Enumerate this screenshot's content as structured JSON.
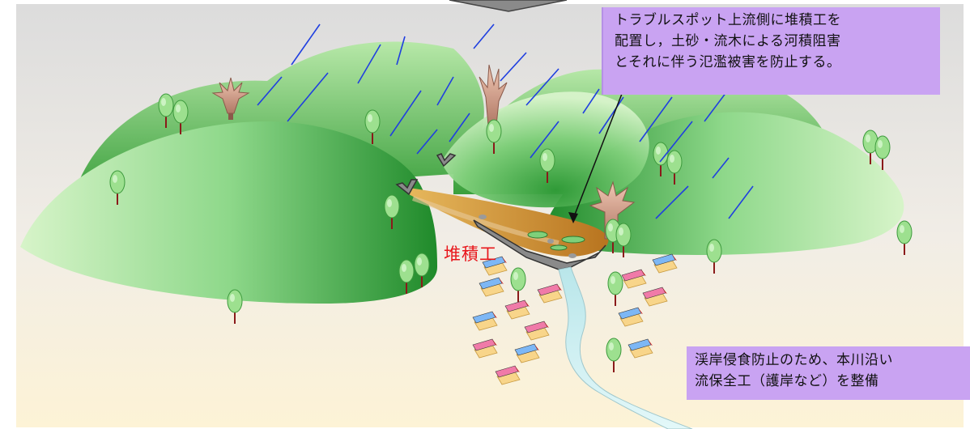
{
  "diagram": {
    "callout_top": {
      "lines": [
        "トラブルスポット上流側に堆積工を",
        "配置し，土砂・流木による河積阻害",
        "とそれに伴う氾濫被害を防止する。"
      ]
    },
    "callout_bottom": {
      "lines": [
        "渓岸侵食防止のため、本川沿い",
        "流保全工（護岸など）を整備"
      ]
    },
    "label_sediment_work": "堆積工",
    "colors": {
      "callout_bg": "#c9a3f2",
      "label_red": "#e8161b",
      "rain_blue": "#1f3fe0",
      "hill_dark": "#1f8a2a",
      "hill_light": "#d6f5c8",
      "river": "#cdeff2",
      "sediment": "#c98a2c"
    }
  }
}
